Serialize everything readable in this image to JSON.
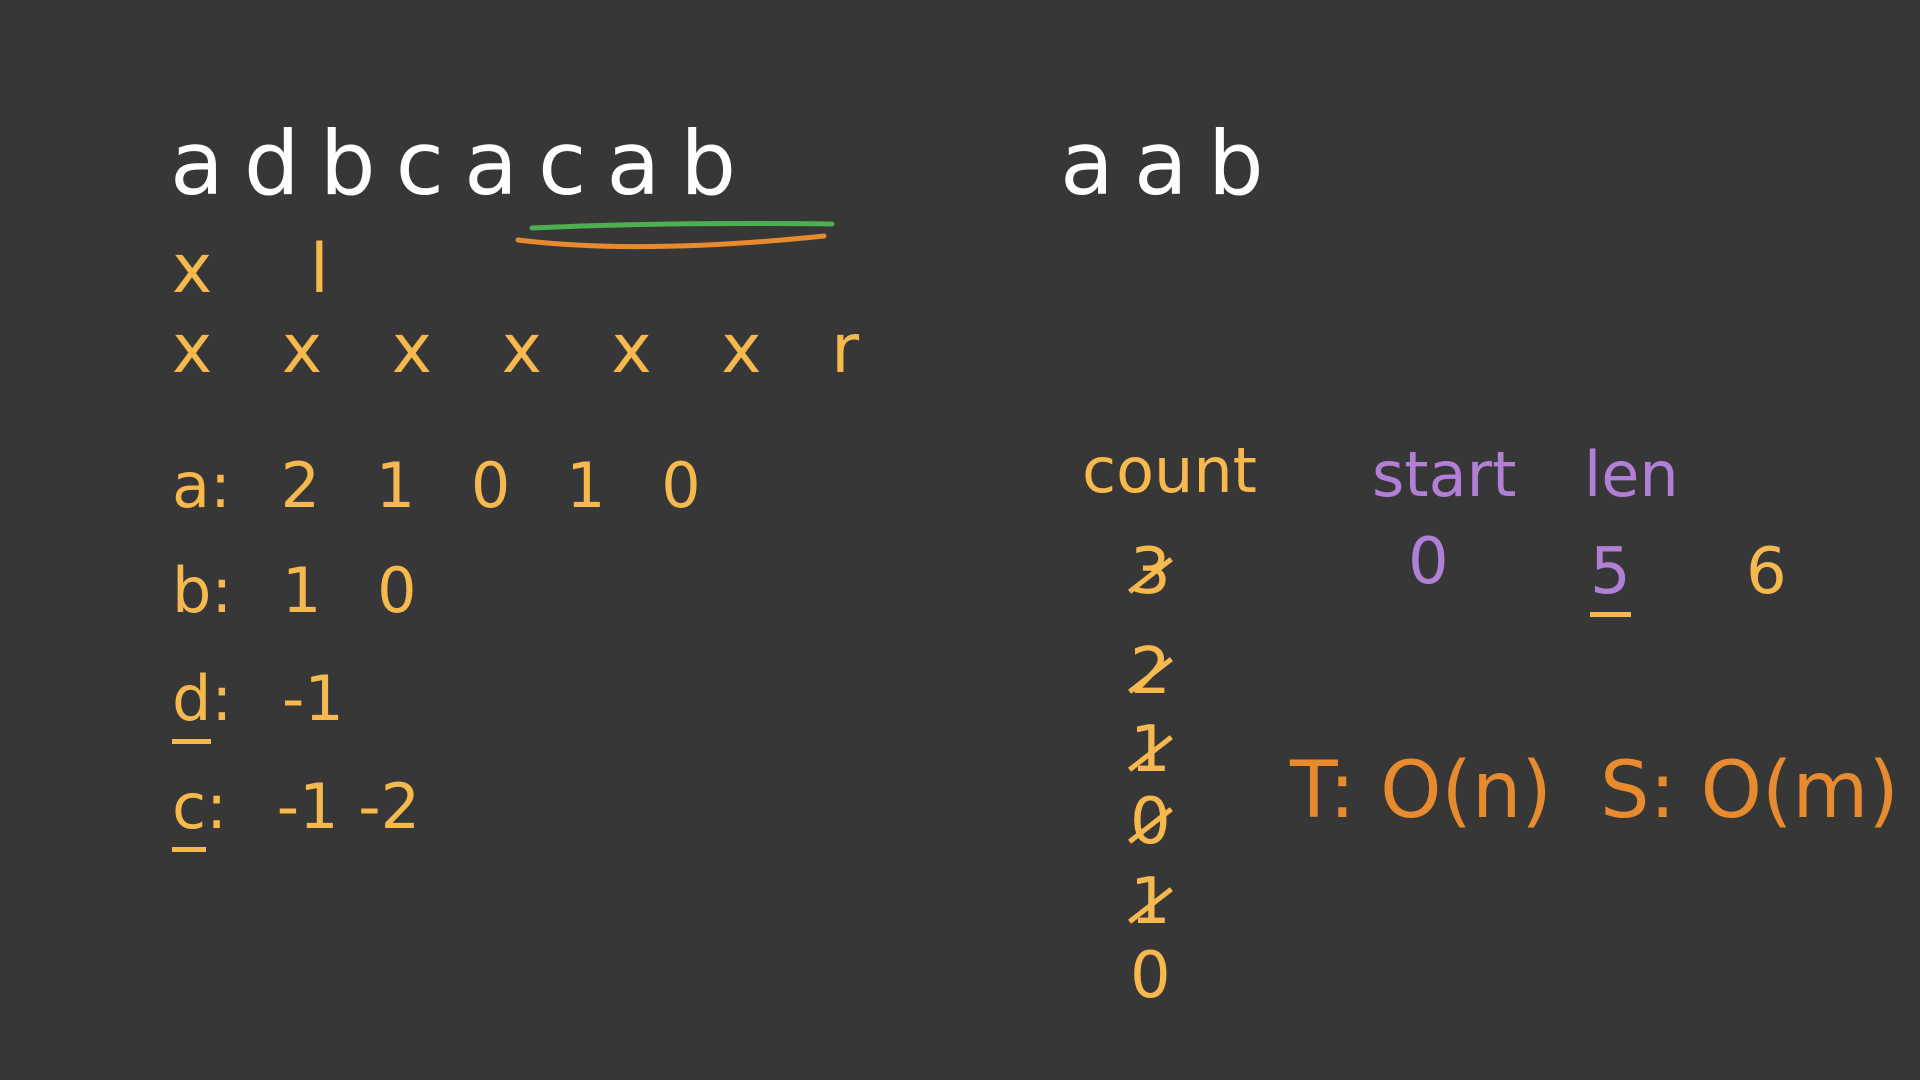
{
  "string_s": "adbcacab",
  "string_t": "aab",
  "pointer_l_row": "x l",
  "pointer_r_row": "x x x x x x r",
  "map_rows": [
    {
      "key": "a",
      "sep": ":",
      "values": "2 1 0 1 0"
    },
    {
      "key": "b",
      "sep": ":",
      "values": "1 0"
    },
    {
      "key": "d",
      "sep": ":",
      "values": "-1"
    },
    {
      "key": "c",
      "sep": ":",
      "values": "-1 -2"
    }
  ],
  "count": {
    "label": "count",
    "values": [
      "3",
      "2",
      "1",
      "0",
      "1",
      "0"
    ]
  },
  "start": {
    "label": "start",
    "value": "0"
  },
  "len": {
    "label": "len",
    "values": [
      "5",
      "6"
    ]
  },
  "complexity": {
    "time": "T: O(n)",
    "space": "S: O(m)"
  },
  "colors": {
    "background": "#373737",
    "white": "#ffffff",
    "yellow": "#f7b94d",
    "purple": "#b27fd6",
    "orange": "#e88a2e",
    "green": "#4caf50"
  }
}
